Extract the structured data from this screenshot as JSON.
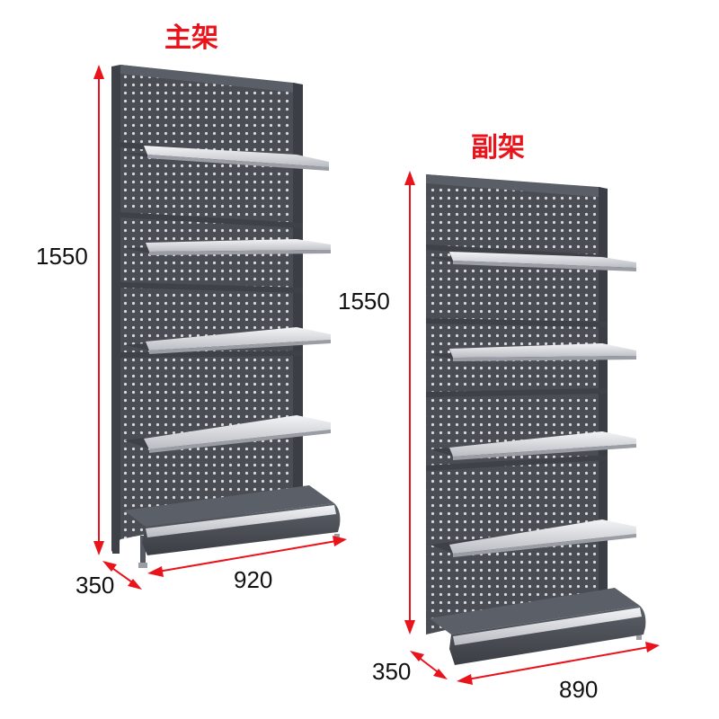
{
  "colors": {
    "background": "#ffffff",
    "dimension_arrow": "#e8131b",
    "title_text": "#e8131b",
    "dimension_text": "#111111",
    "shelf_panel": "#4a4d54",
    "shelf_hole": "#d7d9dd",
    "shelf_edge": "#e6e8eb"
  },
  "main_rack": {
    "title": "主架",
    "height_label": "1550",
    "depth_label": "350",
    "width_label": "920",
    "shelf_count": 4
  },
  "sub_rack": {
    "title": "副架",
    "height_label": "1550",
    "depth_label": "350",
    "width_label": "890",
    "shelf_count": 4
  }
}
